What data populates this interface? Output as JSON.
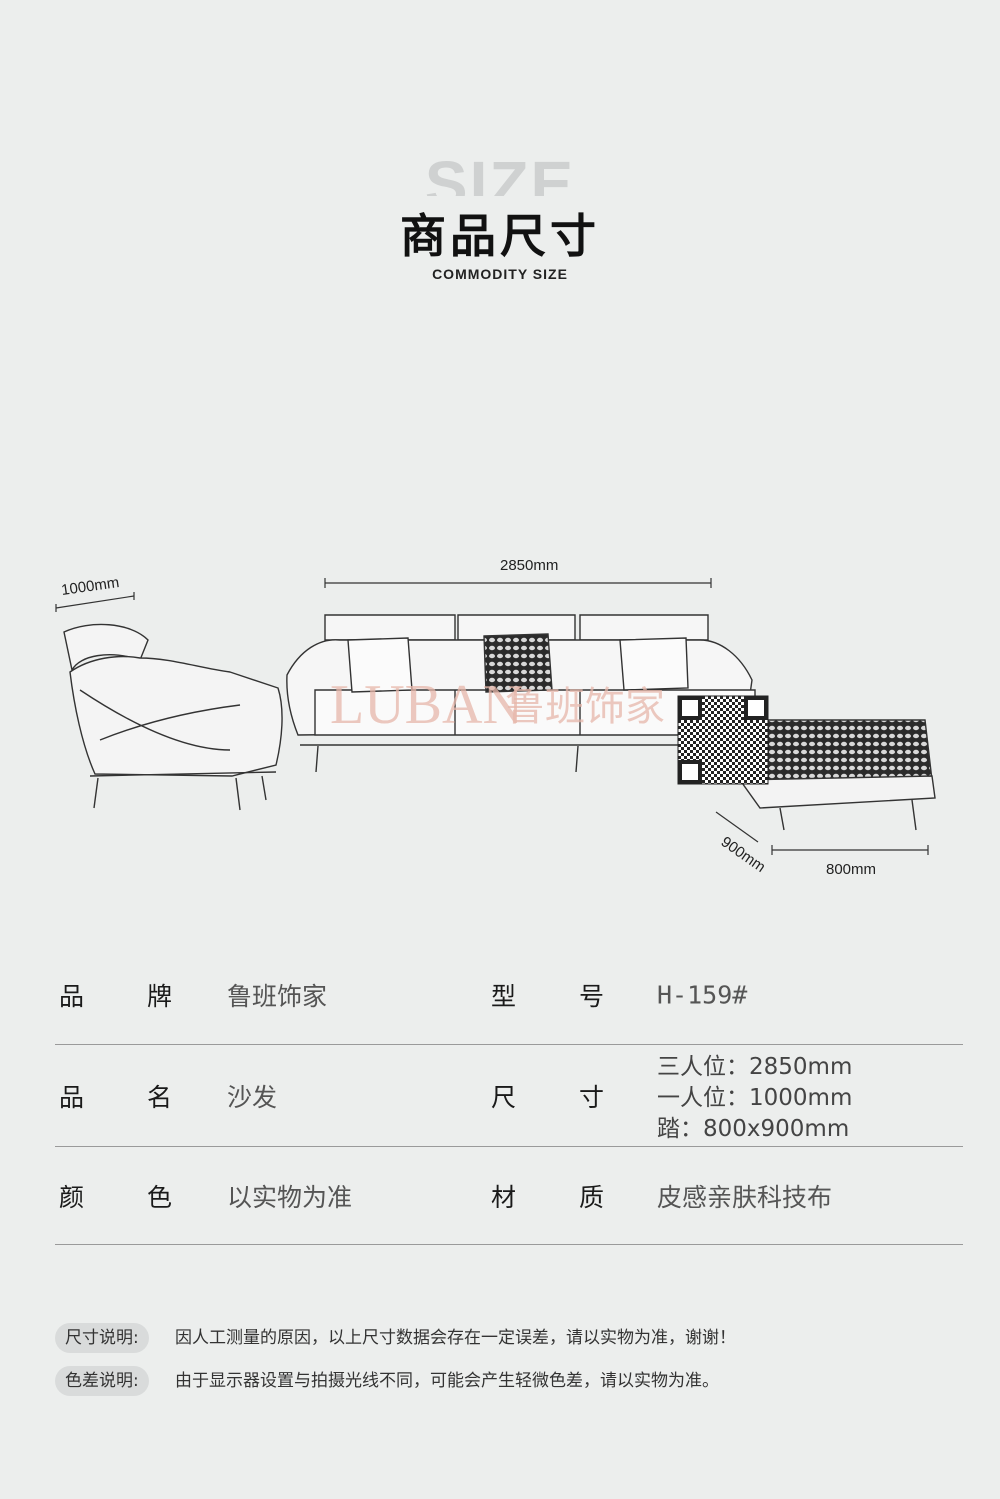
{
  "header": {
    "bg_word": "SIZE",
    "title": "商品尺寸",
    "subtitle": "COMMODITY SIZE"
  },
  "dimensions": {
    "single": "1000mm",
    "three_seat": "2850mm",
    "ottoman_depth": "900mm",
    "ottoman_width": "800mm"
  },
  "watermark": {
    "latin": "LUBAN",
    "cn": "鲁班饰家"
  },
  "specs": [
    {
      "label_a": [
        "品",
        "牌"
      ],
      "value_a": "鲁班饰家",
      "label_b": [
        "型",
        "号"
      ],
      "value_b": "H-159#"
    },
    {
      "label_a": [
        "品",
        "名"
      ],
      "value_a": "沙发",
      "label_b": [
        "尺",
        "寸"
      ],
      "value_b_lines": [
        "三人位：2850mm",
        "一人位：1000mm",
        "踏：800x900mm"
      ]
    },
    {
      "label_a": [
        "颜",
        "色"
      ],
      "value_a": "以实物为准",
      "label_b": [
        "材",
        "质"
      ],
      "value_b": "皮感亲肤科技布"
    }
  ],
  "notes": [
    {
      "tag": "尺寸说明:",
      "text": "因人工测量的原因，以上尺寸数据会存在一定误差，请以实物为准，谢谢！"
    },
    {
      "tag": "色差说明:",
      "text": "由于显示器设置与拍摄光线不同，可能会产生轻微色差，请以实物为准。"
    }
  ],
  "colors": {
    "background": "#eceeed",
    "watermark": "#e7b7aa",
    "divider": "#9a9a9a",
    "tag_bg": "#d9dbdb"
  },
  "icons": [
    "qr-code-icon"
  ]
}
